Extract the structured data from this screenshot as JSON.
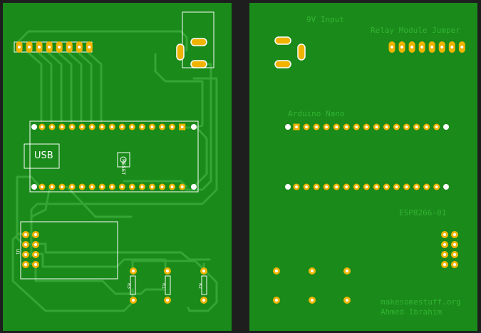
{
  "front": {
    "usb_label": "USB",
    "reset_label": "RESET",
    "resistor_labels": [
      "R3",
      "R1",
      "R2"
    ],
    "connector_label": "U1"
  },
  "back": {
    "label_9v": "9V Input",
    "label_relay": "Relay Module Jumper",
    "label_arduino": "Arduino Nano",
    "label_esp": "ESP8266-01",
    "credit_url": "makesomestuff.org",
    "credit_name": "Ahmed Ibrahim"
  },
  "colors": {
    "board": "#1a8a1a",
    "trace": "#35a535",
    "pad": "#f0b400",
    "hole": "#ffffff",
    "silkscreen": "#ffffff",
    "copper_text": "#32b432",
    "background": "#1e1e1e"
  }
}
